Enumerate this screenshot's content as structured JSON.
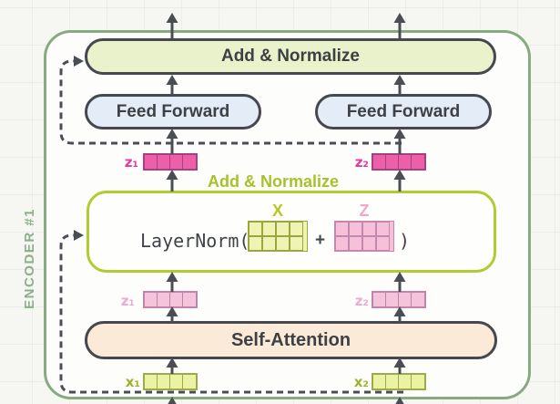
{
  "encoder": {
    "label": "ENCODER #1"
  },
  "boxes": {
    "add_normalize_top": "Add & Normalize",
    "feed_forward_left": "Feed Forward",
    "feed_forward_right": "Feed Forward",
    "add_normalize_mid_label": "Add & Normalize",
    "self_attention": "Self-Attention"
  },
  "layernorm": {
    "prefix": "LayerNorm(",
    "plus": "+",
    "suffix": ")",
    "x_label": "X",
    "z_label": "Z",
    "grid_rows": 2,
    "grid_cols": 4
  },
  "vectors": {
    "cell_count": 4,
    "z1_top": "z₁",
    "z2_top": "z₂",
    "z1_mid": "z₁",
    "z2_mid": "z₂",
    "x1": "x₁",
    "x2": "x₂"
  },
  "palette": {
    "encoder_border": "#87ab81",
    "encoder_label": "#8cb187",
    "dark_border": "#45484e",
    "text_dark": "#3d4044",
    "add_normalize_fill": "#e9f2cb",
    "feed_forward_fill": "#e4ecf8",
    "self_attention_fill": "#fcead9",
    "green_accent": "#b2cb31",
    "green_text": "#a6c22a",
    "magenta_vector": "#ec5fa9",
    "magenta_border": "#a64080",
    "pink_vector": "#f4c4dd",
    "pink_border": "#c183aa",
    "x_vector": "#eaf2a3",
    "x_border": "#9ea947",
    "arrow": "#4a4e54"
  }
}
